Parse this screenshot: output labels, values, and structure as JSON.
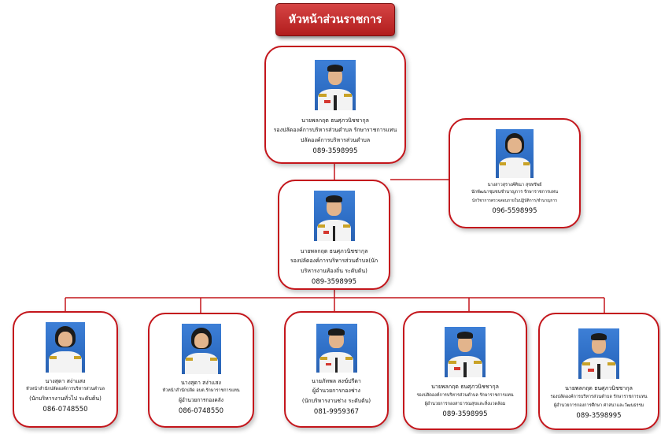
{
  "title": "หัวหน้าส่วนราชการ",
  "colors": {
    "accent": "#c4161c",
    "title_bg": "#c62a2a"
  },
  "cards": {
    "top": {
      "name": "นายพลกฤต  ธนศุภวนิชชากุล",
      "pos1": "รองปลัดองค์การบริหารส่วนตำบล รักษาราชการแทน",
      "pos2": "ปลัดองค์การบริหารส่วนตำบล",
      "phone": "089-3598995",
      "icon": "male-official-photo"
    },
    "right": {
      "name": "นางสาวสุรางค์ศิณา  สุขทรัพย์",
      "pos1": "นักพัฒนาชุมชนชำนาญการ รักษาราชการแทน",
      "pos2": "นักวิชาการตรวจสอบภายในปฏิบัติการ/ชำนาญการ",
      "phone": "096-5598995",
      "icon": "female-official-photo"
    },
    "mid": {
      "name": "นายพลกฤต  ธนศุภวนิชชากุล",
      "pos1": "รองปลัดองค์การบริหารส่วนตำบล(นัก",
      "pos2": "บริหารงานท้องถิ่น ระดับต้น)",
      "phone": "089-3598995",
      "icon": "male-official-photo"
    },
    "b1": {
      "name": "นางสุดา  สง่าแสง",
      "pos1": "หัวหน้าสำนักปลัดองค์การบริหารส่วนตำบล",
      "pos2": "(นักบริหารงานทั่วไป ระดับต้น)",
      "phone": "086-0748550",
      "icon": "female-official-photo"
    },
    "b2": {
      "name": "นางสุดา  สง่าแสง",
      "pos1": "หัวหน้าสำนักปลัด อบต.รักษาราชการแทน",
      "pos2": "ผู้อำนวยการกองคลัง",
      "phone": "086-0748550",
      "icon": "female-official-photo"
    },
    "b3": {
      "name": "นายภัทพล  สงฆ์ปรีดา",
      "pos1": "ผู้อำนวยการกองช่าง",
      "pos2": "(นักบริหารงานช่าง ระดับต้น)",
      "phone": "081-9959367",
      "icon": "male-official-photo"
    },
    "b4": {
      "name": "นายพลกฤต  ธนศุภวนิชชากุล",
      "pos1": "รองปลัดองค์การบริหารส่วนตำบล รักษาราชการแทน",
      "pos2": "ผู้อำนวยการกองสาธารณสุขและสิ่งแวดล้อม",
      "phone": "089-3598995",
      "icon": "male-official-photo"
    },
    "b5": {
      "name": "นายพลกฤต  ธนศุภวนิชชากุล",
      "pos1": "รองปลัดองค์การบริหารส่วนตำบล รักษาราชการแทน",
      "pos2": "ผู้อำนวยการกองการศึกษา ศาสนาและวัฒนธรรม",
      "phone": "089-3598995",
      "icon": "male-official-photo"
    }
  }
}
